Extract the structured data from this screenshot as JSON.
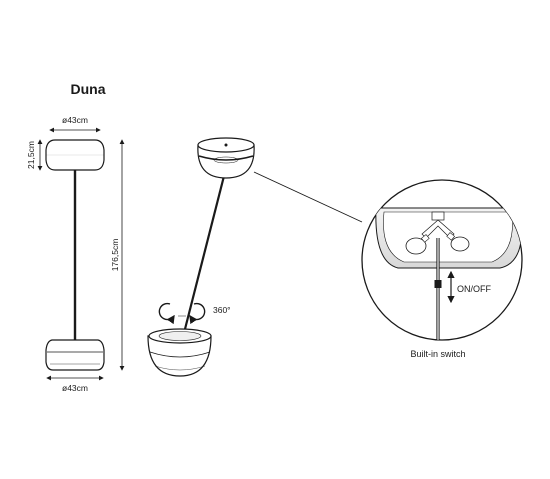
{
  "title": "Duna",
  "dimensions": {
    "shade_diameter": "ø43cm",
    "shade_height": "21,5cm",
    "total_height": "176,5cm",
    "base_diameter": "ø43cm"
  },
  "rotation_label": "360°",
  "switch_state_label": "ON/OFF",
  "switch_caption": "Built-in switch",
  "colors": {
    "line": "#1a1a1a",
    "shade_fill": "#ffffff",
    "inner_shade": "#e6e6e6"
  }
}
